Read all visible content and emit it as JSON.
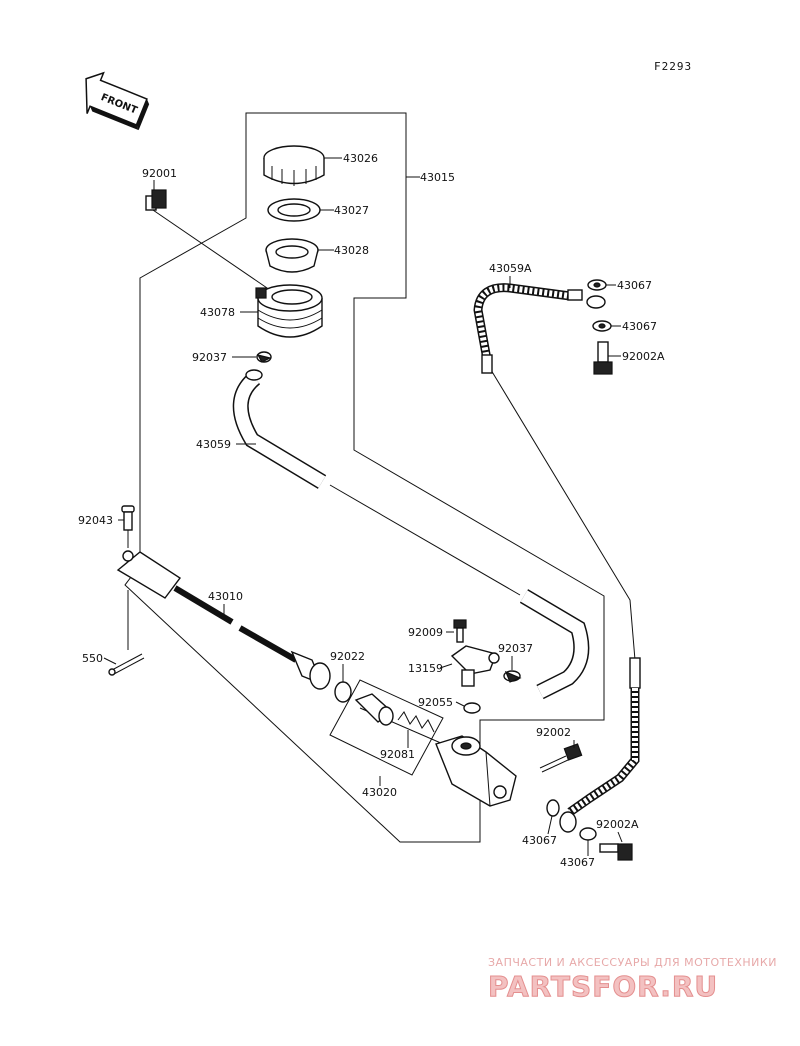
{
  "diagram": {
    "ref_code": "F2293",
    "front_label": "FRONT",
    "labels": {
      "p43026": "43026",
      "p43015": "43015",
      "p43027": "43027",
      "p43028": "43028",
      "p92001": "92001",
      "p43078": "43078",
      "p92037a": "92037",
      "p43059": "43059",
      "p43059a": "43059A",
      "p43067a": "43067",
      "p43067b": "43067",
      "p92002a_top": "92002A",
      "p92043": "92043",
      "p43010": "43010",
      "p550": "550",
      "p92022": "92022",
      "p92009": "92009",
      "p13159": "13159",
      "p92037b": "92037",
      "p92055": "92055",
      "p92081": "92081",
      "p43020": "43020",
      "p92002": "92002",
      "p43067c": "43067",
      "p92002a_bot": "92002A",
      "p43067d": "43067"
    }
  },
  "watermark": {
    "tagline": "ЗАПЧАСТИ И АКСЕССУАРЫ ДЛЯ МОТОТЕХНИКИ",
    "brand": "PARTSFOR.RU"
  }
}
